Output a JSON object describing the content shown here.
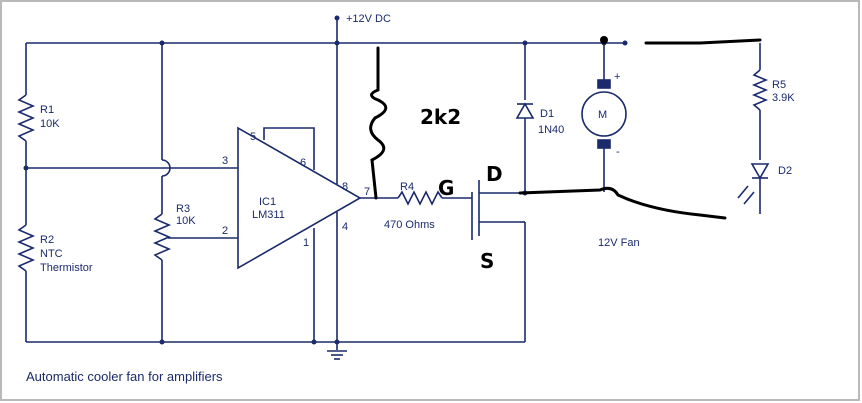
{
  "caption": "Automatic cooler fan for amplifiers",
  "supply_label": "+12V DC",
  "colors": {
    "schematic": "#1a2a6c",
    "annotation": "#000000",
    "frame": "#b9b9b9"
  },
  "components": {
    "R1": {
      "ref": "R1",
      "value": "10K"
    },
    "R2": {
      "ref": "R2",
      "line1": "NTC",
      "line2": "Thermistor"
    },
    "R3": {
      "ref": "R3",
      "value": "10K"
    },
    "IC1": {
      "ref": "IC1",
      "part": "LM311",
      "pins": {
        "p2": "2",
        "p3": "3",
        "p4": "4",
        "p5": "5",
        "p6": "6",
        "p7": "7",
        "p8": "8",
        "p1": "1"
      }
    },
    "R4": {
      "ref": "R4",
      "value": "470 Ohms"
    },
    "D1": {
      "ref": "D1",
      "part": "1N40"
    },
    "motor": {
      "symbol": "M",
      "plus": "+",
      "minus": "-"
    },
    "R5": {
      "ref": "R5",
      "value": "3.9K"
    },
    "D2": {
      "ref": "D2"
    },
    "fan_label": "12V Fan"
  },
  "annotations": {
    "resistor": "2k2",
    "gate": "G",
    "drain": "D",
    "source": "S"
  }
}
